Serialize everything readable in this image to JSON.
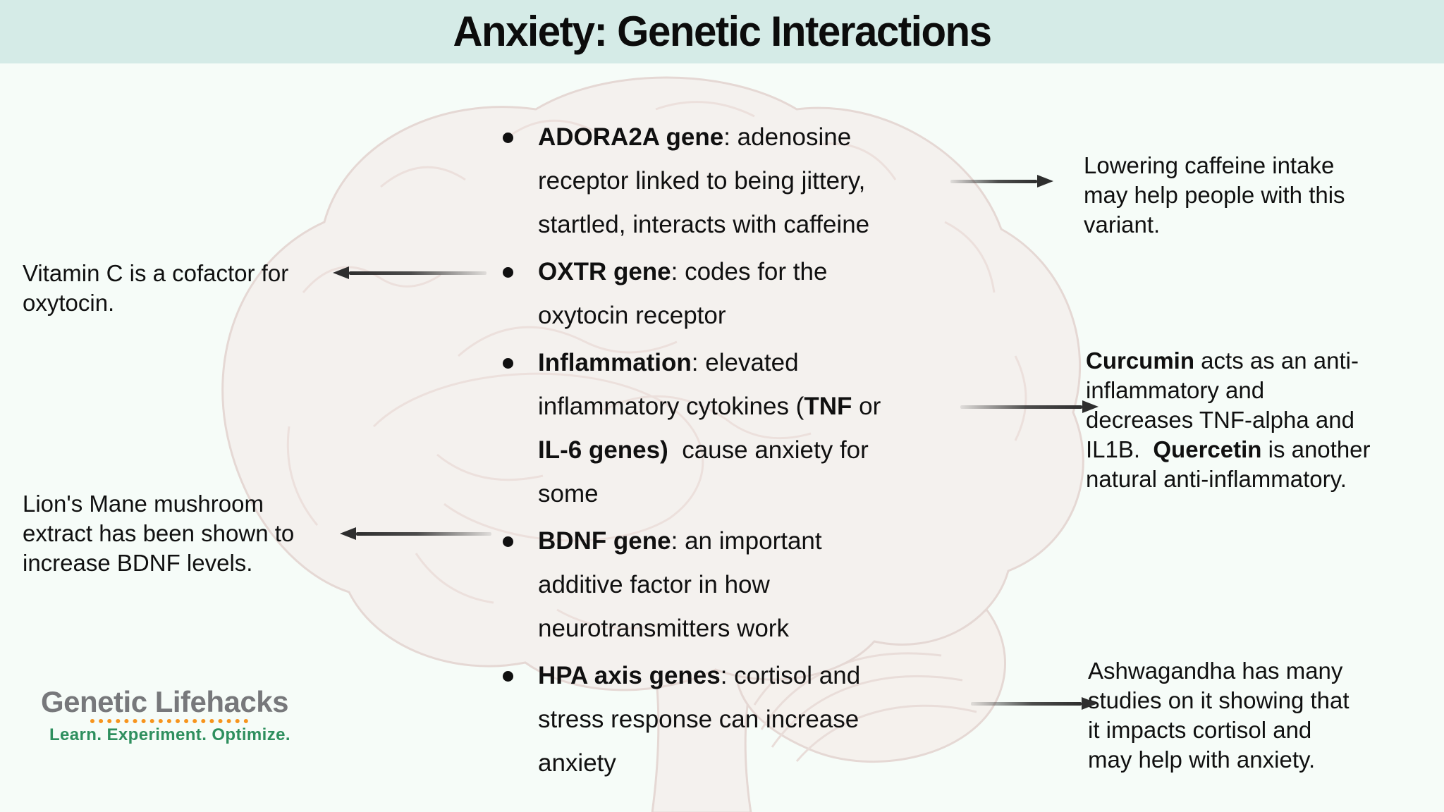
{
  "header": {
    "title": "Anxiety: Genetic Interactions"
  },
  "bullets": [
    {
      "lines": [
        [
          {
            "t": "ADORA2A gene",
            "b": true
          },
          {
            "t": ": adenosine"
          }
        ],
        [
          {
            "t": "receptor linked to being jittery,"
          }
        ],
        [
          {
            "t": "startled, interacts with caffeine"
          }
        ]
      ]
    },
    {
      "lines": [
        [
          {
            "t": "OXTR gene",
            "b": true
          },
          {
            "t": ": codes for the"
          }
        ],
        [
          {
            "t": "oxytocin receptor"
          }
        ]
      ]
    },
    {
      "lines": [
        [
          {
            "t": "Inflammation",
            "b": true
          },
          {
            "t": ": elevated"
          }
        ],
        [
          {
            "t": "inflammatory cytokines ("
          },
          {
            "t": "TNF",
            "b": true
          },
          {
            "t": " or"
          }
        ],
        [
          {
            "t": "IL-6 genes)",
            "b": true
          },
          {
            "t": "  cause anxiety for"
          }
        ],
        [
          {
            "t": "some"
          }
        ]
      ]
    },
    {
      "lines": [
        [
          {
            "t": "BDNF gene",
            "b": true
          },
          {
            "t": ": an important"
          }
        ],
        [
          {
            "t": "additive factor in how"
          }
        ],
        [
          {
            "t": "neurotransmitters work"
          }
        ]
      ]
    },
    {
      "lines": [
        [
          {
            "t": "HPA axis genes",
            "b": true
          },
          {
            "t": ": cortisol and"
          }
        ],
        [
          {
            "t": "stress response can increase"
          }
        ],
        [
          {
            "t": "anxiety"
          }
        ]
      ]
    }
  ],
  "notes": {
    "caffeine": {
      "lines": [
        [
          {
            "t": "Lowering caffeine intake"
          }
        ],
        [
          {
            "t": "may help people with this"
          }
        ],
        [
          {
            "t": "variant."
          }
        ]
      ]
    },
    "vitamin_c": {
      "lines": [
        [
          {
            "t": "Vitamin C is a cofactor for"
          }
        ],
        [
          {
            "t": "oxytocin."
          }
        ]
      ]
    },
    "curcumin": {
      "lines": [
        [
          {
            "t": "Curcumin",
            "b": true
          },
          {
            "t": " acts as an anti-"
          }
        ],
        [
          {
            "t": "inflammatory and"
          }
        ],
        [
          {
            "t": "decreases TNF-alpha and"
          }
        ],
        [
          {
            "t": "IL1B.  "
          },
          {
            "t": "Quercetin",
            "b": true
          },
          {
            "t": " is another"
          }
        ],
        [
          {
            "t": "natural anti-inflammatory."
          }
        ]
      ]
    },
    "lions_mane": {
      "lines": [
        [
          {
            "t": "Lion's Mane mushroom"
          }
        ],
        [
          {
            "t": "extract has been shown to"
          }
        ],
        [
          {
            "t": "increase BDNF levels."
          }
        ]
      ]
    },
    "ashwagandha": {
      "lines": [
        [
          {
            "t": "Ashwagandha has many"
          }
        ],
        [
          {
            "t": "studies on it showing that"
          }
        ],
        [
          {
            "t": "it impacts cortisol and"
          }
        ],
        [
          {
            "t": "may help with anxiety."
          }
        ]
      ]
    }
  },
  "logo": {
    "name": "Genetic Lifehacks",
    "tagline": "Learn. Experiment. Optimize."
  },
  "colors": {
    "header_bg": "#d5ebe7",
    "page_bg": "#f6fcf8",
    "text": "#101010",
    "arrow": "#2e2e2e",
    "logo_gray": "#77787b",
    "logo_green": "#2e8f5e",
    "logo_orange": "#f7941d"
  }
}
